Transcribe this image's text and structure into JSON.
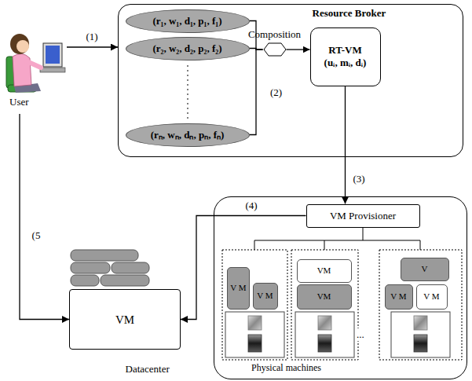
{
  "diagram": {
    "nodes": [
      {
        "text": [
          "User"
        ]
      },
      {
        "text": [
          "Resource Broker"
        ]
      },
      {
        "text": [
          "(r₁, w₁, d₁, p₁, f₁)"
        ],
        "in": 1
      },
      {
        "text": [
          "(r₂, w₂, d₂, p₂, f₂)"
        ],
        "in": 1
      },
      {
        "text": [
          "(rₙ, wₙ, dₙ, pₙ, fₙ)"
        ],
        "in": 1
      },
      {
        "text": [
          "Composition"
        ],
        "in": 1
      },
      {
        "text": [
          "RT-VM",
          "(uᵢ, mᵢ, dᵢ)"
        ],
        "in": 1
      },
      {
        "text": [
          "Datacenter"
        ]
      },
      {
        "text": [
          "VM Provisioner"
        ],
        "in": 7
      },
      {
        "text": [
          "V M"
        ],
        "in": 7
      },
      {
        "text": [
          "V M"
        ],
        "in": 7
      },
      {
        "text": [
          "VM"
        ],
        "in": 7
      },
      {
        "text": [
          "VM"
        ],
        "in": 7
      },
      {
        "text": [
          "V"
        ],
        "in": 7
      },
      {
        "text": [
          "V M"
        ],
        "in": 7
      },
      {
        "text": [
          "V M"
        ],
        "in": 7
      },
      {
        "text": [
          "VM"
        ]
      }
    ],
    "edges": [
      {
        "from": 0,
        "to": 1,
        "arrow": "to",
        "label": "(1)"
      },
      {
        "from": 2,
        "to": 5,
        "arrow": "none"
      },
      {
        "from": 3,
        "to": 5,
        "arrow": "none"
      },
      {
        "from": 4,
        "to": 5,
        "arrow": "none"
      },
      {
        "from": 5,
        "to": 6,
        "arrow": "to"
      },
      {
        "from": 6,
        "to": 8,
        "arrow": "to",
        "label": "(3)"
      },
      {
        "from": 8,
        "to": 16,
        "arrow": "to",
        "label": "(4)"
      },
      {
        "from": 0,
        "to": 16,
        "arrow": "to",
        "label": "(5"
      }
    ],
    "labels": [
      "(2)",
      "...",
      "Physical machines"
    ]
  }
}
